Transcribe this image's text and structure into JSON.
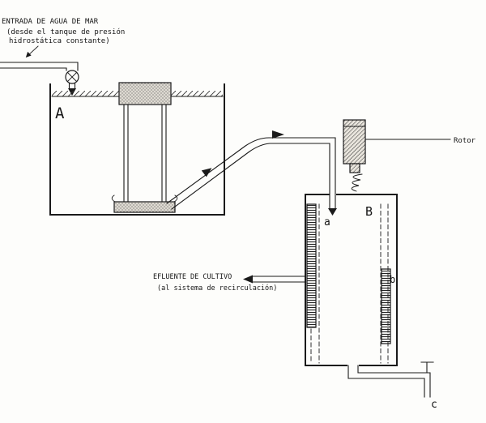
{
  "figure": {
    "labels": {
      "inlet1": "ENTRADA DE AGUA DE MAR",
      "inlet2": "(desde el tanque de presión",
      "inlet3": "hidrostática constante)",
      "rotor": "Rotor",
      "effluent1": "EFLUENTE DE CULTIVO",
      "effluent2": "(al sistema de recirculación)",
      "A": "A",
      "B": "B",
      "a": "a",
      "b": "b",
      "c": "c"
    },
    "colors": {
      "ink": "#1a1a1a",
      "paper": "#fdfdfb"
    }
  }
}
